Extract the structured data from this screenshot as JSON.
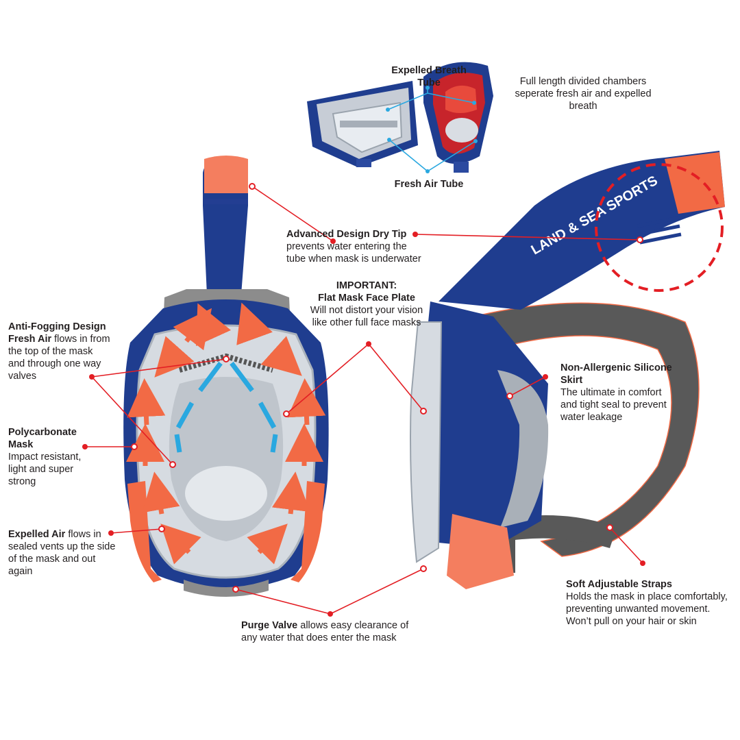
{
  "colors": {
    "navy": "#1f3d8f",
    "orange": "#f26a45",
    "coral": "#f47e5f",
    "grey": "#8c8c8c",
    "leader_red": "#e31e24",
    "leader_blue": "#2aa8e0",
    "strap": "#595959"
  },
  "brand_text": "LAND & SEA SPORTS",
  "callouts": {
    "expelled_breath_tube": {
      "title": "Expelled Breath Tube"
    },
    "divided_chambers": {
      "text": "Full length divided chambers seperate fresh air and expelled breath"
    },
    "fresh_air_tube": {
      "title": "Fresh Air Tube"
    },
    "dry_tip": {
      "title": "Advanced Design Dry Tip",
      "text": "prevents water entering the tube when mask is underwater"
    },
    "flat_face_plate": {
      "title1": "IMPORTANT:",
      "title2": "Flat Mask Face Plate",
      "text": "Will not distort your vision like other full face masks"
    },
    "anti_fogging": {
      "title": "Anti-Fogging Design",
      "lead": "Fresh Air",
      "text": "flows in from the top of the mask and through one way valves"
    },
    "polycarbonate": {
      "title": "Polycarbonate Mask",
      "text": "Impact resistant, light and super strong"
    },
    "expelled_air": {
      "lead": "Expelled Air",
      "text": "flows in sealed vents up the side of the mask and out again"
    },
    "skirt": {
      "title": "Non-Allergenic Silicone Skirt",
      "text": "The ultimate in comfort and tight seal to prevent water leakage"
    },
    "purge_valve": {
      "lead": "Purge Valve",
      "text": "allows easy clearance of any water that does enter the mask"
    },
    "straps": {
      "title": "Soft Adjustable Straps",
      "text": "Holds the mask in place comfortably, preventing unwanted movement. Won’t pull on your hair or skin"
    }
  }
}
